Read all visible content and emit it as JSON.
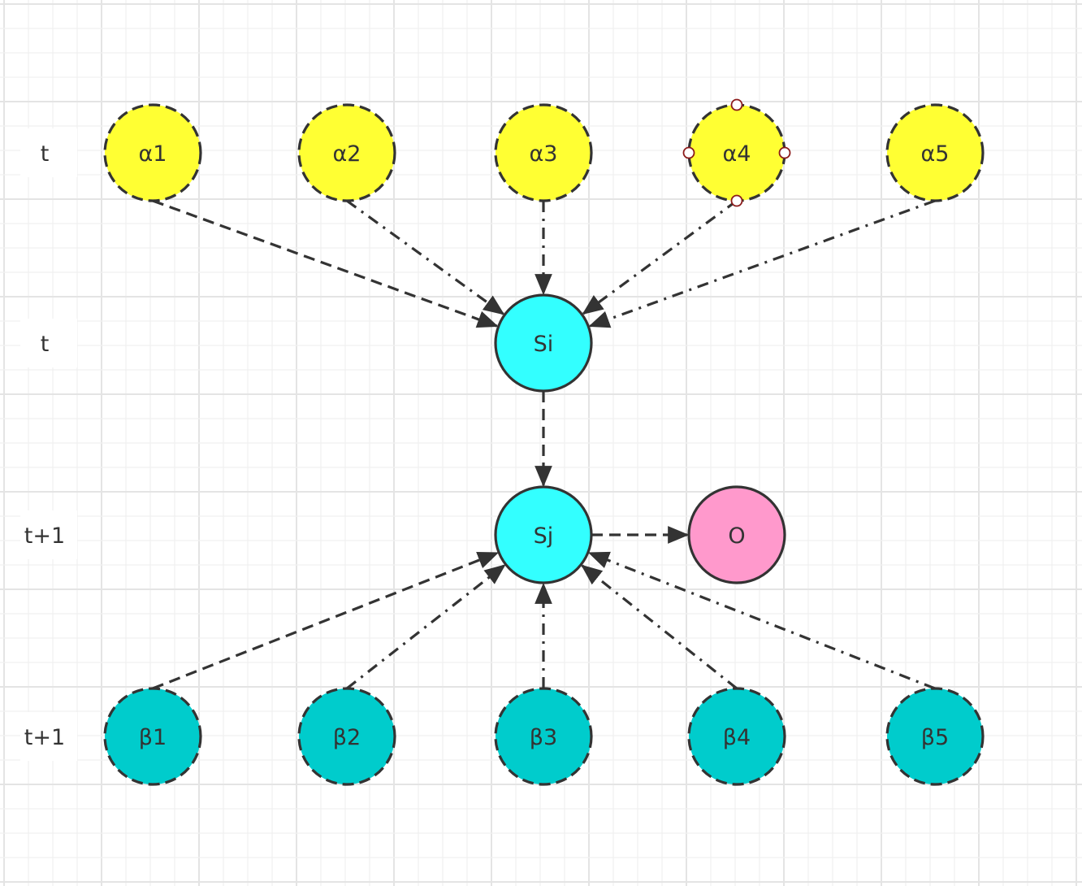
{
  "diagram": {
    "type": "dynamic-bayesian-network",
    "colors": {
      "alpha_fill": "#ffff33",
      "state_fill": "#33ffff",
      "output_fill": "#ff99cc",
      "beta_fill": "#00cccc",
      "stroke": "#333333",
      "grid_minor": "#f0f0f0",
      "grid_major": "#e4e4e4",
      "handle_stroke": "#8b1a1a"
    },
    "row_labels": [
      {
        "id": "row-alpha",
        "text": "t"
      },
      {
        "id": "row-si",
        "text": "t"
      },
      {
        "id": "row-sj",
        "text": "t+1"
      },
      {
        "id": "row-beta",
        "text": "t+1"
      }
    ],
    "nodes": [
      {
        "id": "a1",
        "label": "α1",
        "group": "alpha",
        "border": "dashed",
        "selected": false
      },
      {
        "id": "a2",
        "label": "α2",
        "group": "alpha",
        "border": "dashed",
        "selected": false
      },
      {
        "id": "a3",
        "label": "α3",
        "group": "alpha",
        "border": "dashed",
        "selected": false
      },
      {
        "id": "a4",
        "label": "α4",
        "group": "alpha",
        "border": "dashed",
        "selected": true
      },
      {
        "id": "a5",
        "label": "α5",
        "group": "alpha",
        "border": "dashed",
        "selected": false
      },
      {
        "id": "si",
        "label": "Si",
        "group": "state",
        "border": "solid",
        "selected": false
      },
      {
        "id": "sj",
        "label": "Sj",
        "group": "state",
        "border": "solid",
        "selected": false
      },
      {
        "id": "o",
        "label": "O",
        "group": "output",
        "border": "solid",
        "selected": false
      },
      {
        "id": "b1",
        "label": "β1",
        "group": "beta",
        "border": "dashed",
        "selected": false
      },
      {
        "id": "b2",
        "label": "β2",
        "group": "beta",
        "border": "dashed",
        "selected": false
      },
      {
        "id": "b3",
        "label": "β3",
        "group": "beta",
        "border": "dashed",
        "selected": false
      },
      {
        "id": "b4",
        "label": "β4",
        "group": "beta",
        "border": "dashed",
        "selected": false
      },
      {
        "id": "b5",
        "label": "β5",
        "group": "beta",
        "border": "dashed",
        "selected": false
      }
    ],
    "edges": [
      {
        "from": "a1",
        "to": "si",
        "style": "dashed"
      },
      {
        "from": "a2",
        "to": "si",
        "style": "dashdot"
      },
      {
        "from": "a3",
        "to": "si",
        "style": "dashdot"
      },
      {
        "from": "a4",
        "to": "si",
        "style": "dashdot"
      },
      {
        "from": "a5",
        "to": "si",
        "style": "dashdot"
      },
      {
        "from": "si",
        "to": "sj",
        "style": "dashed"
      },
      {
        "from": "sj",
        "to": "o",
        "style": "dashed"
      },
      {
        "from": "b1",
        "to": "sj",
        "style": "dashed"
      },
      {
        "from": "b2",
        "to": "sj",
        "style": "dashdot"
      },
      {
        "from": "b3",
        "to": "sj",
        "style": "dashdot"
      },
      {
        "from": "b4",
        "to": "sj",
        "style": "dashdot"
      },
      {
        "from": "b5",
        "to": "sj",
        "style": "dashdot"
      }
    ]
  }
}
